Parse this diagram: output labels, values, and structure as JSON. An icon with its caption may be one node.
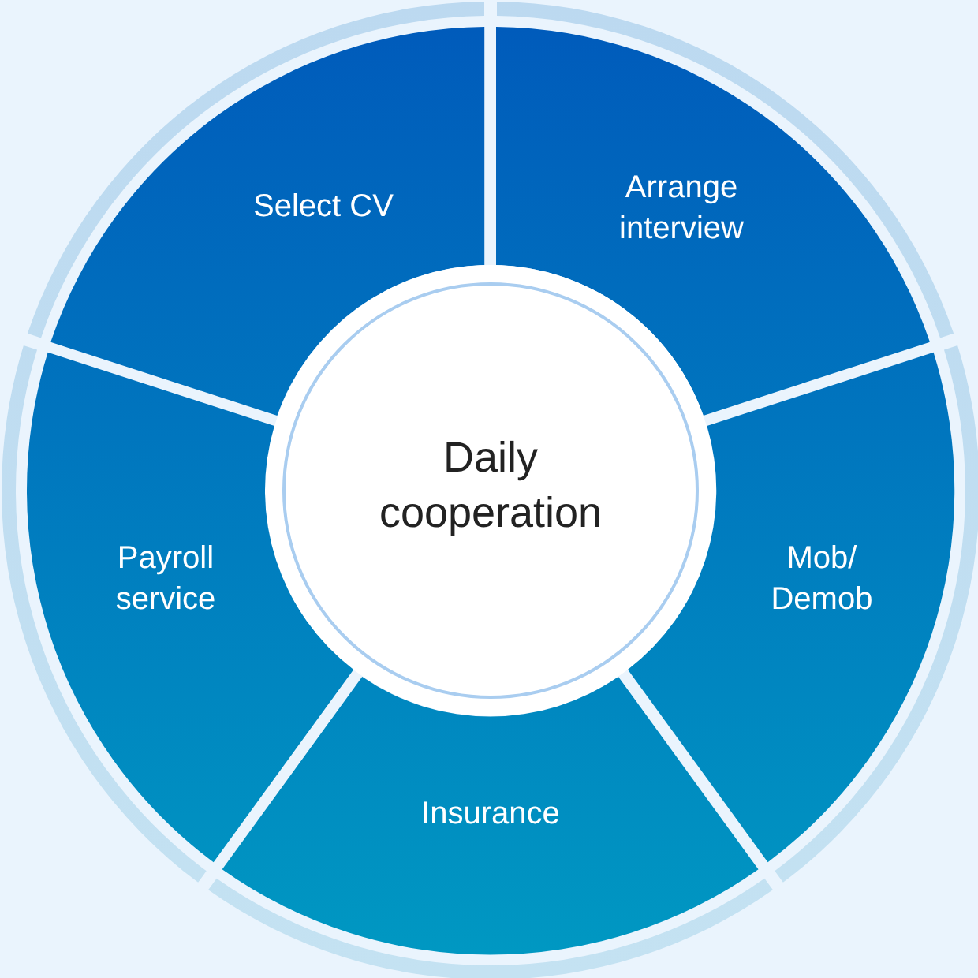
{
  "diagram": {
    "nodes": [
      {
        "text": [
          "Select CV"
        ]
      },
      {
        "text": [
          "Arrange interview"
        ]
      },
      {
        "text": [
          "Daily cooperation"
        ]
      },
      {
        "text": [
          "Payroll service"
        ]
      },
      {
        "text": [
          "Mob/ Demob"
        ]
      },
      {
        "text": [
          "Insurance"
        ]
      }
    ]
  }
}
